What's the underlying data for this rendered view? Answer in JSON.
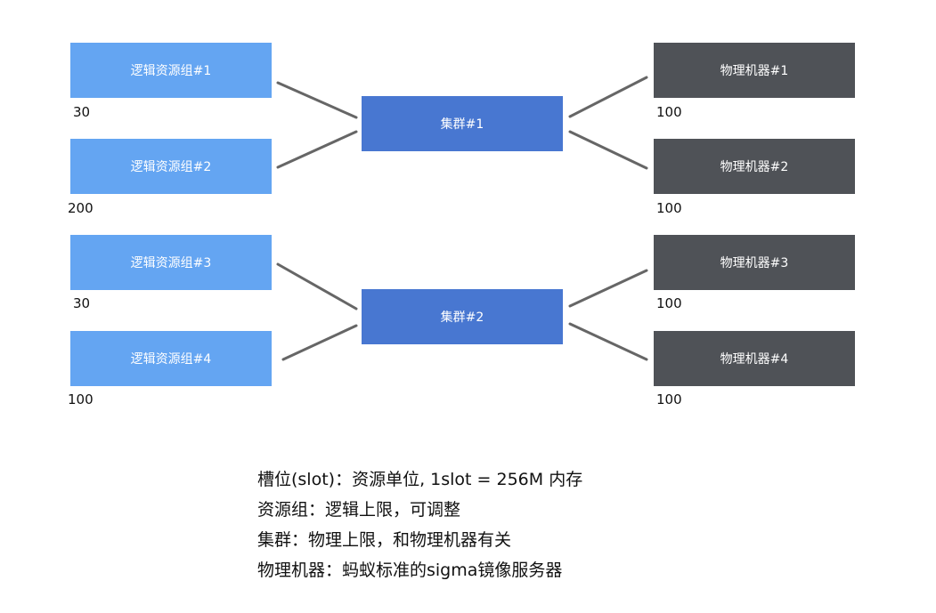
{
  "logical_groups": [
    {
      "label": "逻辑资源组#1",
      "value": "30"
    },
    {
      "label": "逻辑资源组#2",
      "value": "200"
    },
    {
      "label": "逻辑资源组#3",
      "value": "30"
    },
    {
      "label": "逻辑资源组#4",
      "value": "100"
    }
  ],
  "clusters": [
    {
      "label": "集群#1"
    },
    {
      "label": "集群#2"
    }
  ],
  "machines": [
    {
      "label": "物理机器#1",
      "value": "100"
    },
    {
      "label": "物理机器#2",
      "value": "100"
    },
    {
      "label": "物理机器#3",
      "value": "100"
    },
    {
      "label": "物理机器#4",
      "value": "100"
    }
  ],
  "notes": [
    "槽位(slot)：资源单位, 1slot = 256M 内存",
    "资源组：逻辑上限，可调整",
    "集群：物理上限，和物理机器有关",
    "物理机器：蚂蚁标准的sigma镜像服务器"
  ]
}
